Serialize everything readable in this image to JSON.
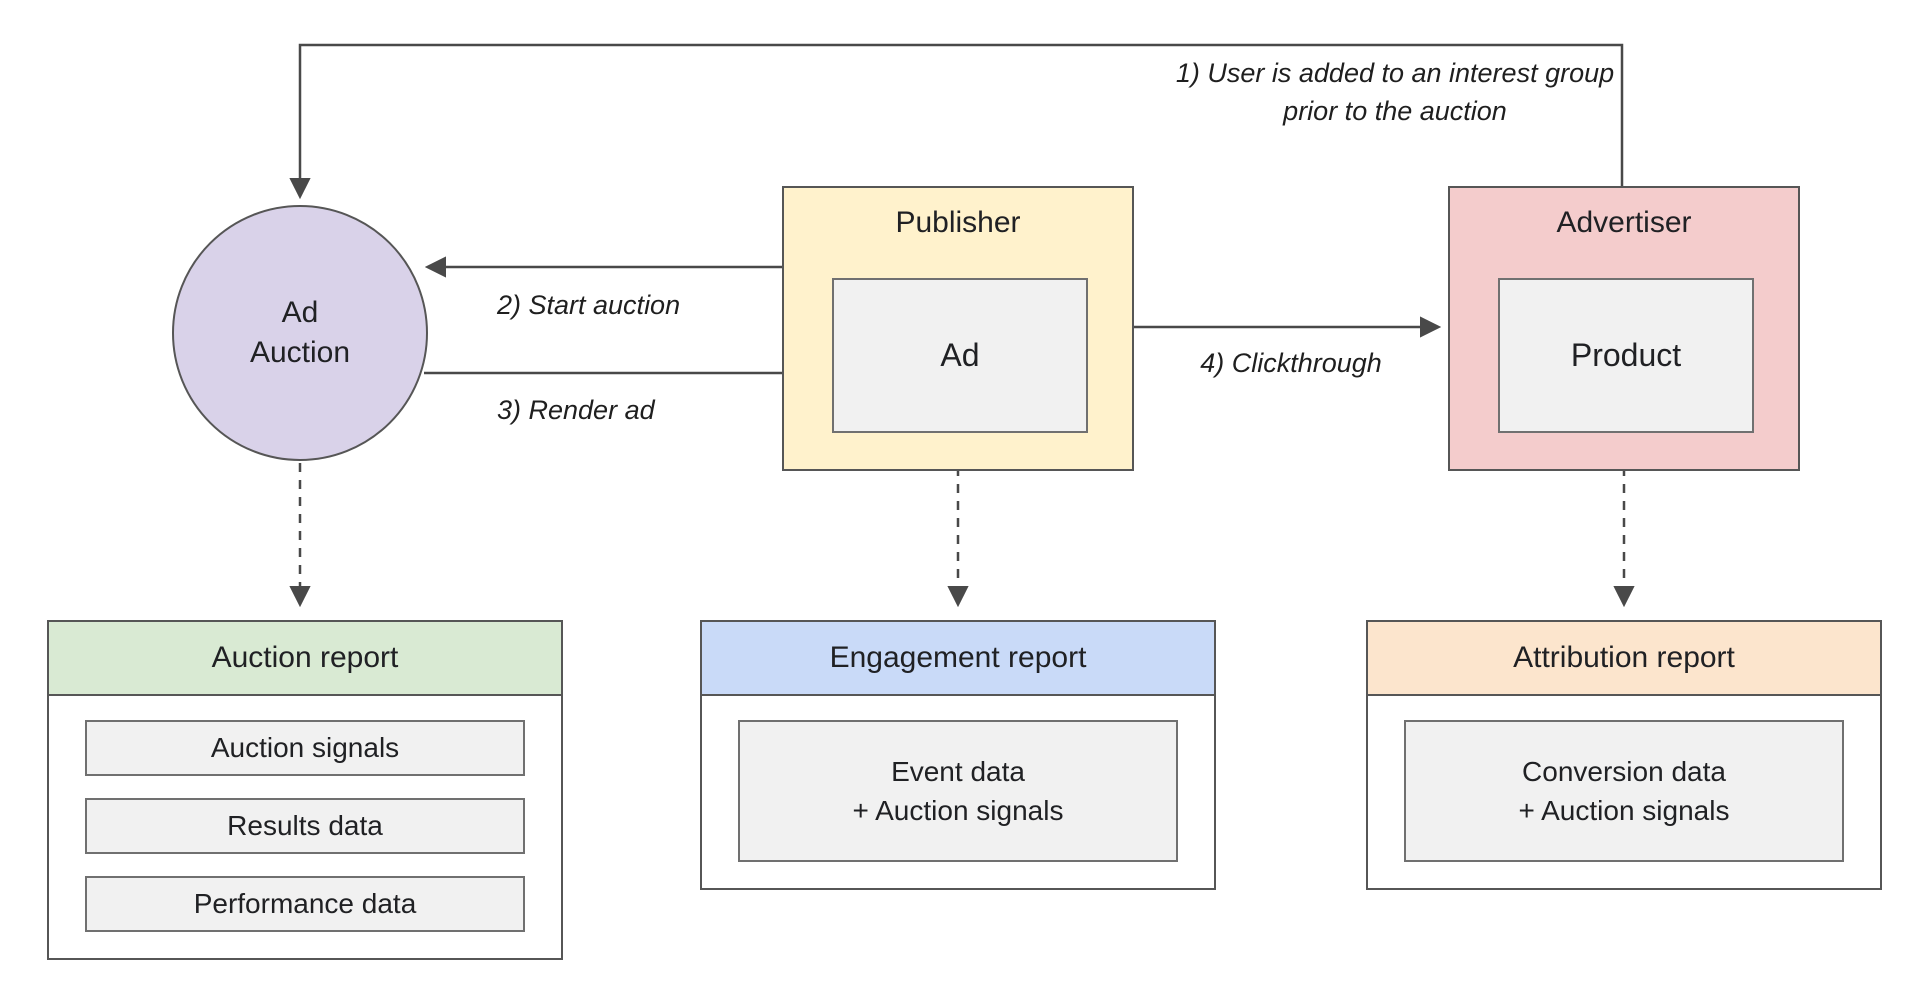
{
  "diagram": {
    "nodes": {
      "ad_auction": {
        "line1": "Ad",
        "line2": "Auction"
      },
      "publisher": {
        "title": "Publisher",
        "inner_label": "Ad"
      },
      "advertiser": {
        "title": "Advertiser",
        "inner_label": "Product"
      }
    },
    "arrow_labels": {
      "interest_group": "1) User is added to an interest group prior to the auction",
      "start_auction": "2) Start auction",
      "render_ad": "3) Render ad",
      "clickthrough": "4) Clickthrough"
    },
    "reports": {
      "auction": {
        "title": "Auction report",
        "items": [
          "Auction signals",
          "Results data",
          "Performance data"
        ]
      },
      "engagement": {
        "title": "Engagement report",
        "item_line1": "Event data",
        "item_line2": "+ Auction signals"
      },
      "attribution": {
        "title": "Attribution report",
        "item_line1": "Conversion data",
        "item_line2": "+ Auction signals"
      }
    },
    "colors": {
      "ad_auction_fill": "#d9d2e9",
      "publisher_fill": "#fff2cc",
      "advertiser_fill": "#f4cccc",
      "auction_report_header": "#d9ead3",
      "engagement_report_header": "#c9daf8",
      "attribution_report_header": "#fce5cd",
      "inner_box_fill": "#f1f1f1",
      "border": "#565656",
      "arrow": "#494949"
    }
  }
}
